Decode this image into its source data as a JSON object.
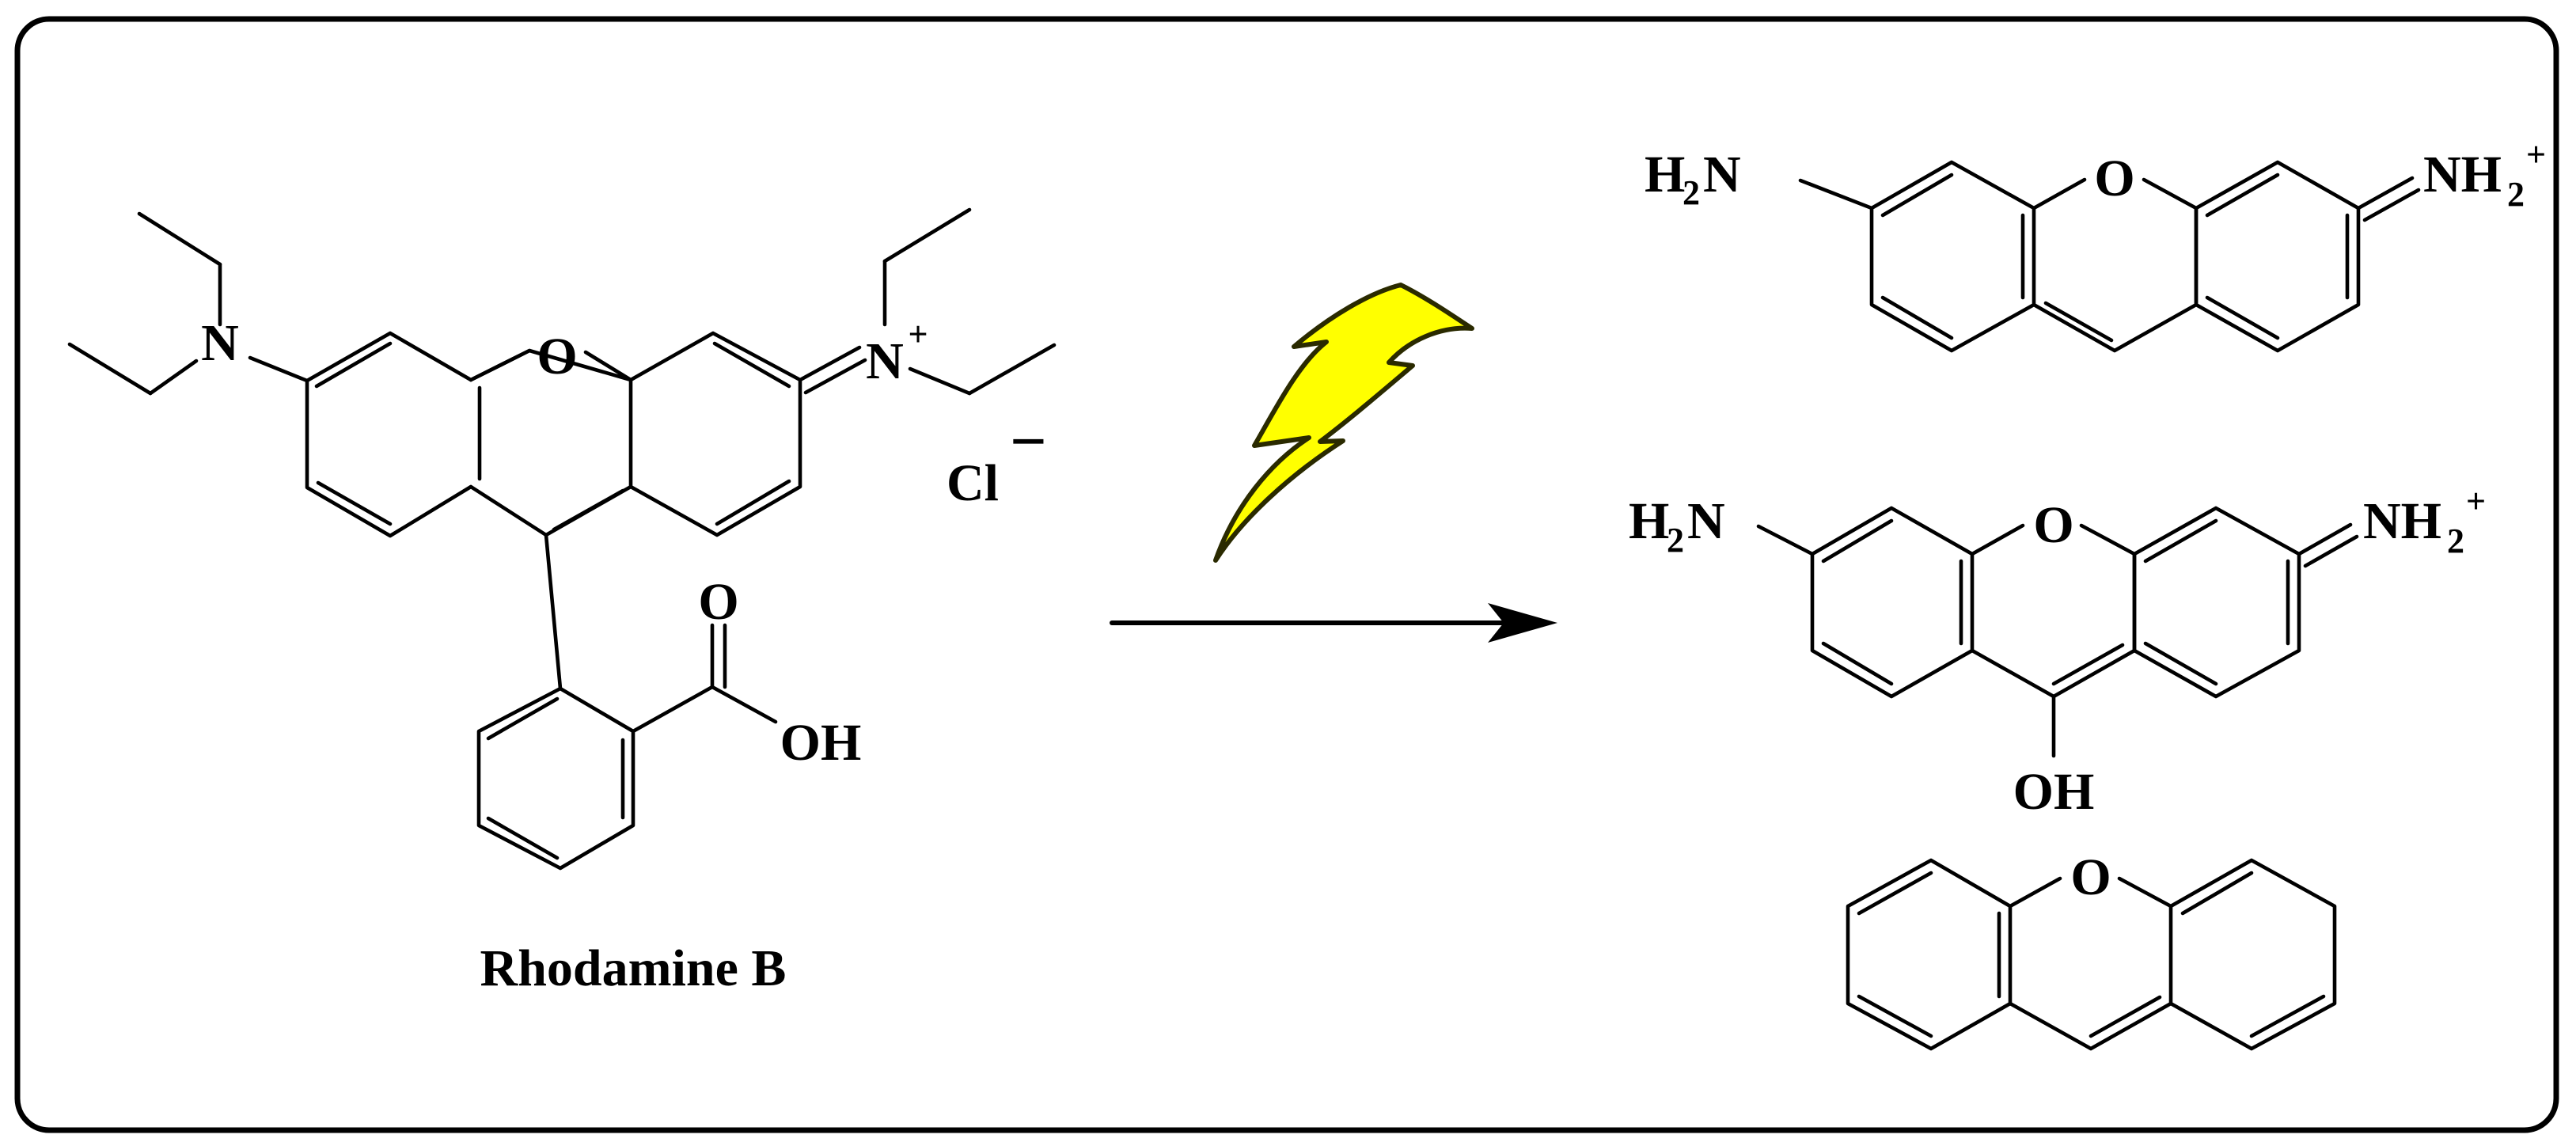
{
  "reactant": {
    "name": "Rhodamine B",
    "atoms": {
      "amine_n": "N",
      "iminium_n": "N",
      "iminium_charge": "+",
      "ring_o": "O",
      "carbonyl_o": "O",
      "hydroxyl": "OH"
    },
    "counterion": {
      "symbol": "Cl",
      "charge": "−"
    }
  },
  "products": {
    "p1": {
      "left": "H",
      "left_sub": "2",
      "left_n": "N",
      "o": "O",
      "right": "NH",
      "right_sub": "2",
      "right_charge": "+"
    },
    "p2": {
      "left": "H",
      "left_sub": "2",
      "left_n": "N",
      "o": "O",
      "right": "NH",
      "right_sub": "2",
      "right_charge": "+",
      "oh": "OH"
    },
    "p3": {
      "o": "O"
    }
  },
  "colors": {
    "lightning_fill": "#ffff00",
    "lightning_stroke": "#2a2a00",
    "frame": "#000000"
  },
  "icons": {
    "lightning": "lightning-bolt-icon",
    "arrow": "reaction-arrow-icon"
  }
}
